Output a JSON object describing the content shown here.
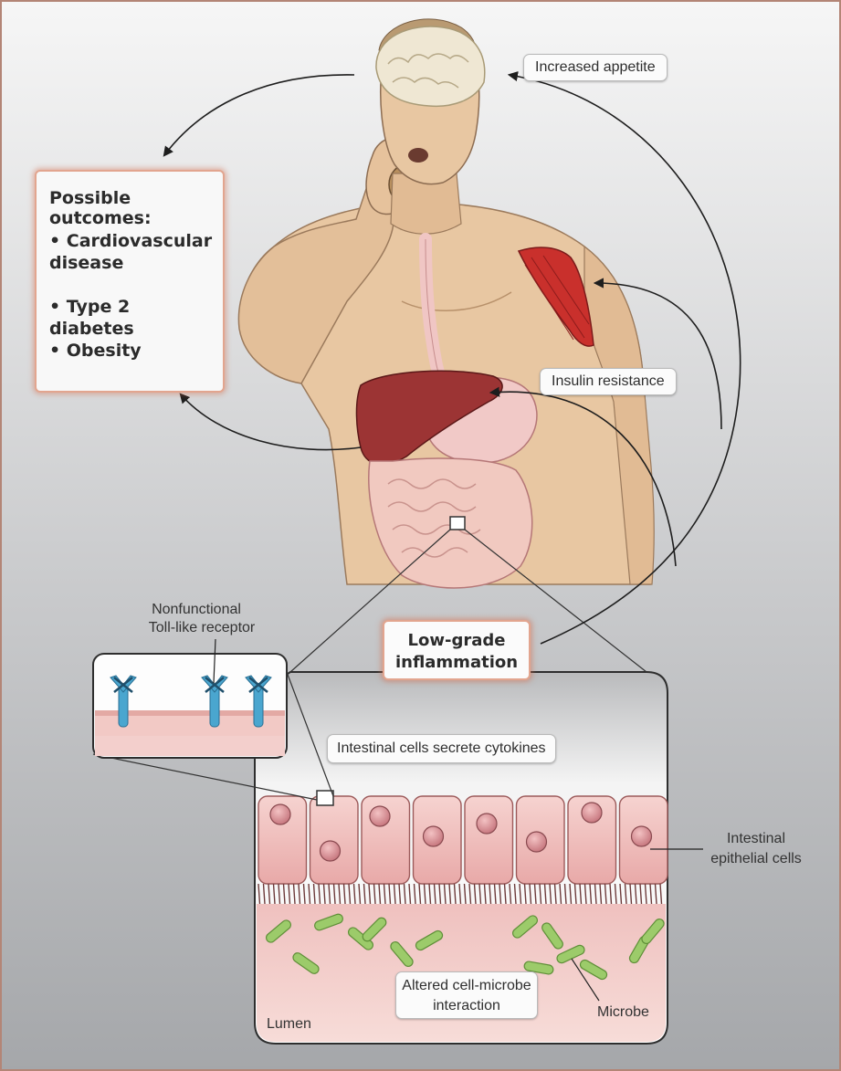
{
  "outcomes": {
    "title": "Possible outcomes:",
    "items": [
      "• Cardiovascular disease",
      "• Type 2 diabetes",
      "• Obesity"
    ]
  },
  "labels": {
    "increased_appetite": "Increased appetite",
    "insulin_resistance": "Insulin resistance",
    "toll_like_line1": "Nonfunctional",
    "toll_like_line2": "Toll-like receptor",
    "low_grade_line1": "Low-grade",
    "low_grade_line2": "inflammation",
    "cytokines": "Intestinal cells secrete cytokines",
    "epithelial_line1": "Intestinal",
    "epithelial_line2": "epithelial cells",
    "altered_line1": "Altered cell-microbe",
    "altered_line2": "interaction",
    "lumen": "Lumen",
    "microbe": "Microbe"
  },
  "colors": {
    "skin": "#e8c7a2",
    "liver": "#9c3434",
    "muscle": "#c9302c",
    "intestine": "#f1c9c0",
    "cell": "#f3c9c6",
    "nucleus": "#d98c90",
    "microbe": "#9ccb6a",
    "receptor": "#4aa6cf",
    "outcome_border": "#e2a58f"
  }
}
